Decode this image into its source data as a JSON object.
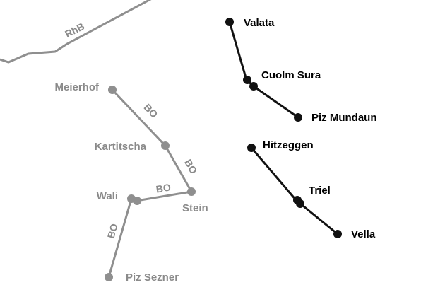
{
  "map": {
    "colors": {
      "active_line": "#111111",
      "inactive_line": "#8f8f8f",
      "inactive_text": "#8a8a8a",
      "rail_line": "#8f8f8f",
      "active_text": "#000000"
    },
    "rail": {
      "label": "RhB"
    },
    "active_routes": [
      {
        "stops": [
          "Valata",
          "Cuolm Sura",
          "Piz Mundaun"
        ]
      },
      {
        "stops": [
          "Hitzeggen",
          "Triel",
          "Vella"
        ]
      }
    ],
    "inactive_routes": [
      {
        "label": "BO",
        "from": "Meierhof",
        "to": "Kartitscha"
      },
      {
        "label": "BO",
        "from": "Kartitscha",
        "to": "Stein"
      },
      {
        "label": "BO",
        "from": "Stein",
        "to": "Wali"
      },
      {
        "label": "BO",
        "from": "Wali",
        "to": "Piz Sezner"
      }
    ],
    "stops": {
      "valata": "Valata",
      "cuolm_sura": "Cuolm Sura",
      "piz_mundaun": "Piz Mundaun",
      "hitzeggen": "Hitzeggen",
      "triel": "Triel",
      "vella": "Vella",
      "meierhof": "Meierhof",
      "kartitscha": "Kartitscha",
      "stein": "Stein",
      "wali": "Wali",
      "piz_sezner": "Piz Sezner"
    }
  }
}
